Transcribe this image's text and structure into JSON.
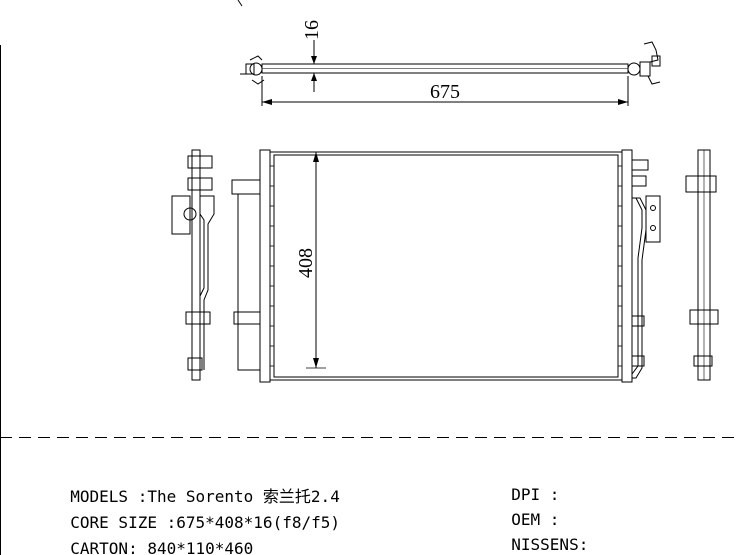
{
  "dimensions": {
    "thickness_label": "16",
    "width_label": "675",
    "height_label": "408"
  },
  "specs": {
    "models_label": "MODELS :",
    "models_value": "The Sorento 索兰托2.4",
    "core_label": "CORE SIZE :",
    "core_value": "675*408*16(f8/f5)",
    "carton_label": "CARTON:",
    "carton_value": "840*110*460"
  },
  "references": {
    "dpi_label": "DPI :",
    "oem_label": "OEM :",
    "nissens_label": "NISSENS:"
  },
  "colors": {
    "line": "#000000",
    "background": "#ffffff"
  }
}
